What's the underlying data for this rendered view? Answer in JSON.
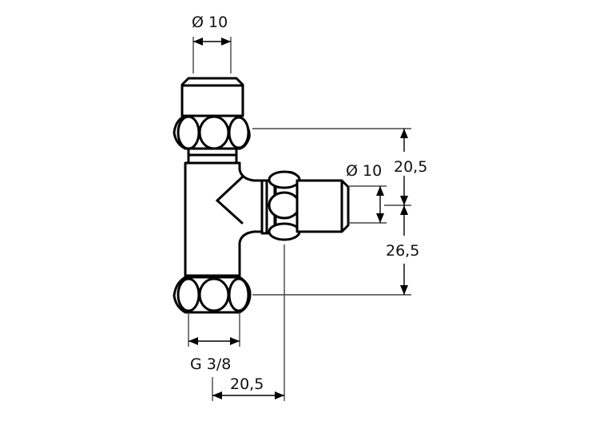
{
  "drawing": {
    "subject": "T-piece compression fitting technical drawing",
    "colors": {
      "line": "#000000",
      "dimension": "#444444",
      "background": "#ffffff"
    },
    "dimensions": {
      "top_diameter": "Ø 10",
      "side_diameter": "Ø 10",
      "upper_height": "20,5",
      "lower_height": "26,5",
      "thread": "G 3/8",
      "side_offset": "20,5"
    }
  }
}
